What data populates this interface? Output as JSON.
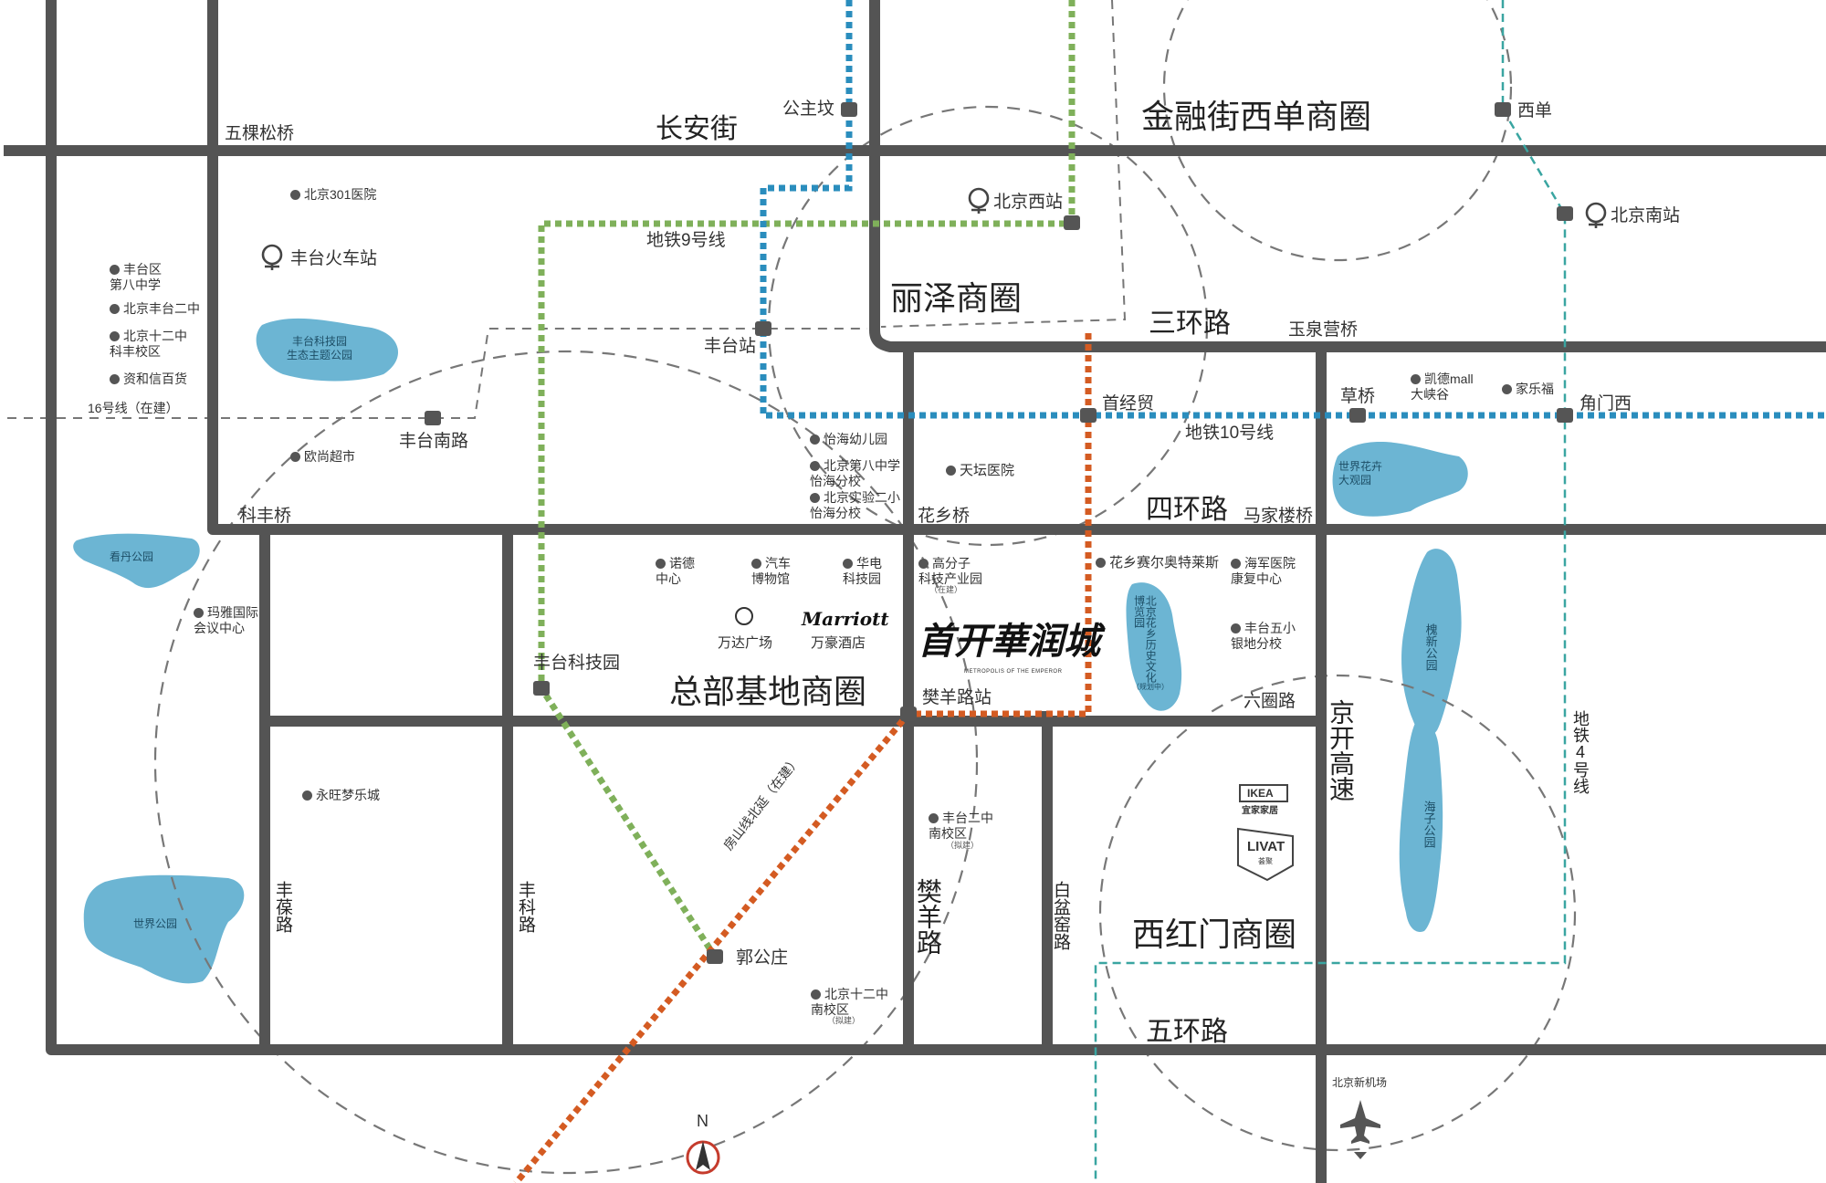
{
  "map": {
    "districts": {
      "jinrong_xidan": "金融街西单商圈",
      "lize": "丽泽商圈",
      "zongbu_jidi": "总部基地商圈",
      "xihongmen": "西红门商圈"
    },
    "roads": {
      "changan_jie": "长安街",
      "san_huan": "三环路",
      "si_huan": "四环路",
      "wu_huan": "五环路",
      "jingkai_gaosu": "京开高速",
      "fanyang_lu": "樊羊路",
      "baipenyao_lu": "白盆窑路",
      "fengbao_lu": "丰葆路",
      "fengke_lu": "丰科路",
      "liuquan_lu": "六圈路"
    },
    "bridges": {
      "wukesong": "五棵松桥",
      "kefeng": "科丰桥",
      "huaxiang": "花乡桥",
      "majialou": "马家楼桥",
      "caoqiao": "草桥",
      "yuquanying": "玉泉营桥"
    },
    "metro_lines": {
      "line9": "地铁9号线",
      "line10": "地铁10号线",
      "line4": "地铁4号线",
      "line16": "16号线（在建）",
      "fangshan_ext": "房山线北延（在建）"
    },
    "stations": {
      "gongzhufen": "公主坟",
      "xidan": "西单",
      "beijing_west": "北京西站",
      "beijing_south": "北京南站",
      "fengtai_station": "丰台站",
      "fengtai_nanlu": "丰台南路",
      "shoujingmao": "首经贸",
      "jiaomenxi": "角门西",
      "fengtai_kejiyuan": "丰台科技园",
      "fanyang_lu_zhan": "樊羊路站",
      "guogongzhuang": "郭公庄",
      "fengtai_railway": "丰台火车站"
    },
    "pois": {
      "hospital301": "北京301医院",
      "fengtai_8zhong": "丰台区\n第八中学",
      "fengtai_2zhong": "北京丰台二中",
      "beijing_12_kefeng": "北京十二中\n科丰校区",
      "zihexin": "资和信百货",
      "oushang": "欧尚超市",
      "yihai_kindergarten": "怡海幼儿园",
      "beijing_8_yihai": "北京第八中学\n怡海分校",
      "shiyan_2xiao": "北京实验二小\n怡海分校",
      "tiantan_hospital": "天坛医院",
      "kaide_mall": "凯德mall\n大峡谷",
      "jialefu": "家乐福",
      "nuode": "诺德\n中心",
      "car_museum": "汽车\n博物馆",
      "huadian": "华电\n科技园",
      "gaofenzi": "高分子\n科技产业园",
      "gaofenzi_note": "（在建）",
      "outlets": "花乡赛尔奥特莱斯",
      "haijun_hospital": "海军医院\n康复中心",
      "fengtai_5xiao": "丰台五小\n银地分校",
      "maya": "玛雅国际\n会议中心",
      "wanda": "万达广场",
      "marriott_brand": "Marriott",
      "marriott": "万豪酒店",
      "yongwang": "永旺梦乐城",
      "fengtai_2zhong_nan": "丰台二中\n南校区",
      "nan_note": "（拟建）",
      "beijing_12_nan": "北京十二中\n南校区",
      "nan12_note": "（拟建）",
      "ikea": "IKEA",
      "ikea_cn": "宜家家居",
      "livat": "LIVAT",
      "livat_cn": "荟聚",
      "beijing_new_airport": "北京新机场"
    },
    "parks": {
      "kejiyuan_park": "丰台科技园\n生态主题公园",
      "kandan": "看丹公园",
      "shijie_park": "世界公园",
      "shijie_huahui": "世界花卉\n大观园",
      "huaixing": "槐新公园",
      "haizi": "海子公园",
      "huaxiang_museum": "北京花乡历史文化博览园",
      "huaxiang_museum_note": "（规划中）"
    },
    "project": {
      "name": "首开華润城",
      "en": "METROPOLIS OF THE EMPEROR"
    },
    "compass": "N",
    "colors": {
      "road": "#545454",
      "line9": "#7fb05a",
      "line10": "#2a8dbd",
      "line4": "#3aa5a1",
      "fangshan": "#d45b22",
      "park": "#6cb5d3",
      "circle": "#777777"
    }
  }
}
